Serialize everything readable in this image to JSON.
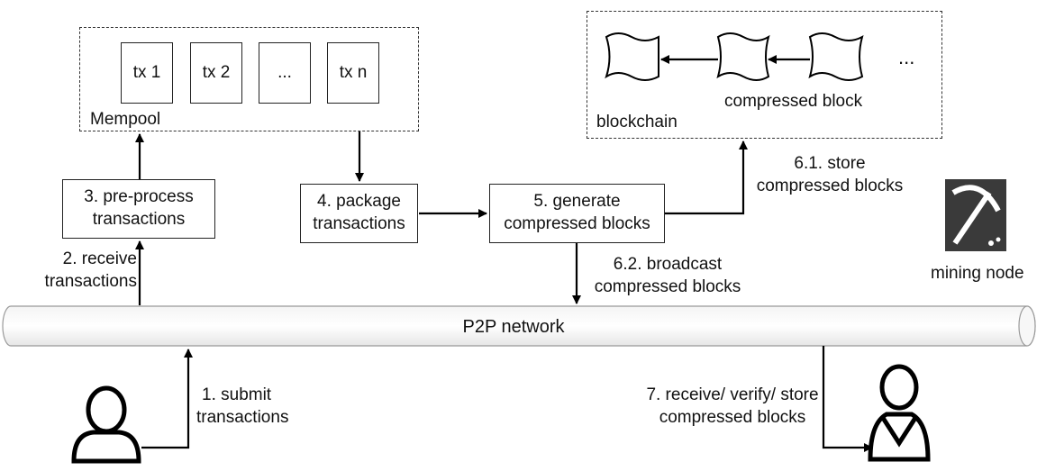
{
  "mempool": {
    "label": "Mempool",
    "txs": [
      "tx 1",
      "tx 2",
      "...",
      "tx n"
    ]
  },
  "chain": {
    "label_blockchain": "blockchain",
    "label_compressed_block": "compressed block",
    "ellipsis": "..."
  },
  "steps": {
    "s1_l1": "1. submit",
    "s1_l2": "transactions",
    "s2_l1": "2. receive",
    "s2_l2": "transactions",
    "s3_l1": "3. pre-process",
    "s3_l2": "transactions",
    "s4_l1": "4. package",
    "s4_l2": "transactions",
    "s5_l1": "5. generate",
    "s5_l2": "compressed blocks",
    "s61_l1": "6.1. store",
    "s61_l2": "compressed blocks",
    "s62_l1": "6.2. broadcast",
    "s62_l2": "compressed blocks",
    "s7_l1": "7. receive/ verify/ store",
    "s7_l2": "compressed blocks"
  },
  "network": {
    "label": "P2P network"
  },
  "miner": {
    "label": "mining node",
    "icon": "pickaxe-icon"
  }
}
